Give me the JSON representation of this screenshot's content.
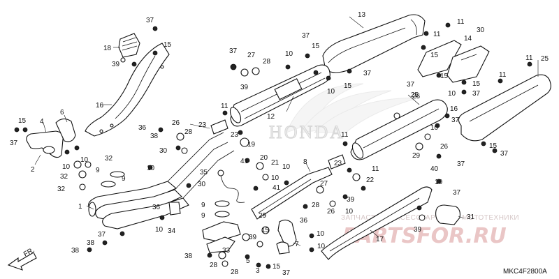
{
  "diagram": {
    "code": "MKC4F2800A",
    "fr_arrow": "FR.",
    "brand_watermark": "HONDA",
    "shop_watermark_text": "ЗАПЧАСТИ И АКСЕССУАРЫ ДЛЯ МОТОТЕХНИКИ",
    "shop_watermark_logo": "PARTSFOR.RU",
    "part_labels": [
      "1",
      "2",
      "3",
      "4",
      "5",
      "6",
      "7",
      "8",
      "9",
      "9",
      "9",
      "9",
      "10",
      "10",
      "10",
      "10",
      "10",
      "10",
      "10",
      "10",
      "10",
      "11",
      "11",
      "11",
      "11",
      "11",
      "11",
      "12",
      "13",
      "14",
      "15",
      "15",
      "15",
      "15",
      "15",
      "15",
      "15",
      "16",
      "17",
      "18",
      "19",
      "20",
      "21",
      "22",
      "23",
      "23",
      "24",
      "25",
      "26",
      "26",
      "27",
      "27",
      "28",
      "28",
      "28",
      "28",
      "28",
      "29",
      "30",
      "30",
      "30",
      "31",
      "32",
      "32",
      "32",
      "32",
      "33",
      "34",
      "35",
      "36",
      "36",
      "36",
      "37",
      "37",
      "37",
      "37",
      "37",
      "37",
      "38",
      "38",
      "38",
      "38",
      "39",
      "39",
      "39",
      "39",
      "40",
      "40",
      "41",
      "41",
      "41"
    ]
  }
}
